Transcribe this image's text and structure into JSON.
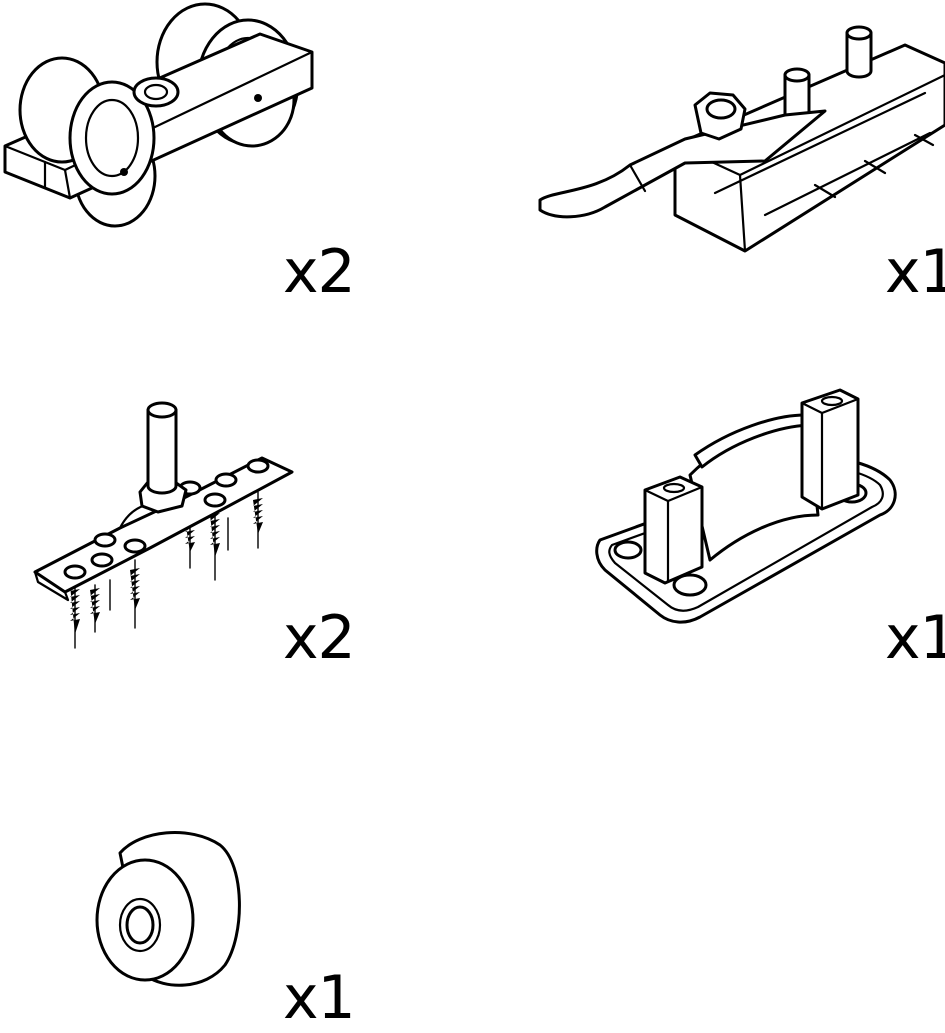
{
  "parts": [
    {
      "icon": "roller-carriage-icon",
      "quantity": "x2"
    },
    {
      "icon": "track-stopper-clip-icon",
      "quantity": "x1"
    },
    {
      "icon": "top-pivot-bracket-with-screws-icon",
      "quantity": "x2"
    },
    {
      "icon": "floor-guide-icon",
      "quantity": "x1"
    },
    {
      "icon": "rubber-bumper-icon",
      "quantity": "x1"
    }
  ]
}
